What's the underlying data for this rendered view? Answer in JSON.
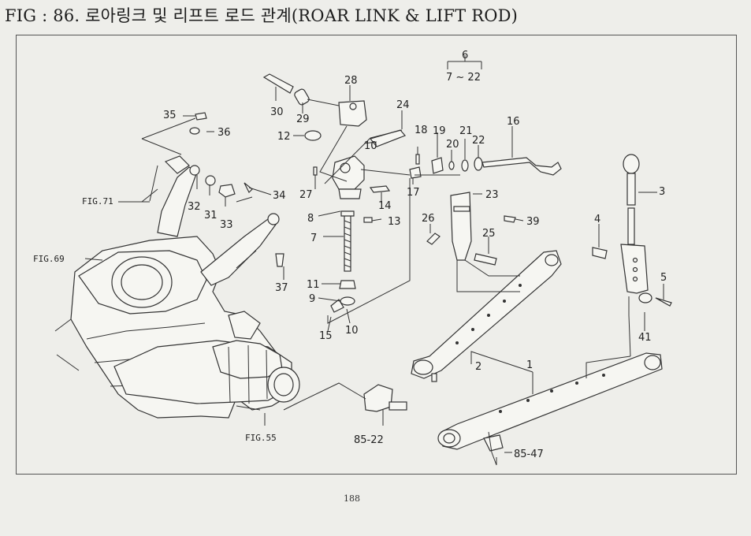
{
  "title": "FIG : 86. 로아링크 및 리프트 로드 관계(ROAR LINK & LIFT ROD)",
  "page_number": "188",
  "part_labels": {
    "p1": "1",
    "p2": "2",
    "p3": "3",
    "p4": "4",
    "p5": "5",
    "p6": "6",
    "p6_range": "7 ~ 22",
    "p7": "7",
    "p8": "8",
    "p9": "9",
    "p10a": "10",
    "p10b": "10",
    "p11": "11",
    "p12": "12",
    "p13": "13",
    "p14": "14",
    "p15": "15",
    "p16": "16",
    "p17": "17",
    "p18": "18",
    "p19": "19",
    "p20": "20",
    "p21": "21",
    "p22": "22",
    "p23": "23",
    "p24": "24",
    "p25": "25",
    "p26": "26",
    "p27": "27",
    "p28": "28",
    "p29": "29",
    "p30": "30",
    "p31": "31",
    "p32": "32",
    "p33": "33",
    "p34": "34",
    "p35": "35",
    "p36": "36",
    "p37": "37",
    "p39": "39",
    "p41": "41",
    "p85_22": "85-22",
    "p85_47": "85-47"
  },
  "figure_refs": {
    "fig71": "FIG.71",
    "fig69": "FIG.69",
    "fig55": "FIG.55"
  }
}
